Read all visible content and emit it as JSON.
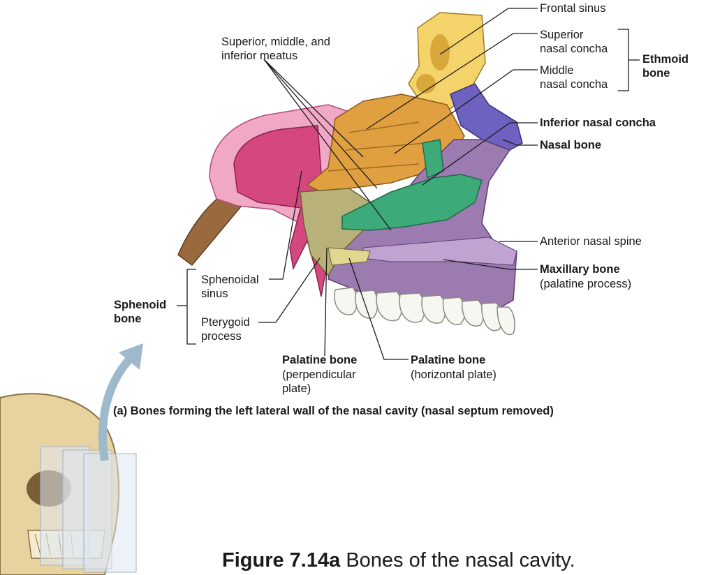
{
  "labels": {
    "frontal_sinus": "Frontal sinus",
    "meatus": "Superior, middle, and\ninferior meatus",
    "superior_concha": "Superior\nnasal concha",
    "middle_concha": "Middle\nnasal concha",
    "ethmoid_bone": "Ethmoid\nbone",
    "inferior_concha": "Inferior nasal concha",
    "nasal_bone": "Nasal bone",
    "anterior_nasal_spine": "Anterior nasal spine",
    "maxillary_bone": "Maxillary bone",
    "maxillary_sub": "(palatine process)",
    "sphenoidal_sinus": "Sphenoidal\nsinus",
    "pterygoid_process": "Pterygoid\nprocess",
    "sphenoid_bone": "Sphenoid\nbone",
    "palatine_perp": "Palatine bone",
    "palatine_perp_sub": "(perpendicular\nplate)",
    "palatine_horiz": "Palatine bone",
    "palatine_horiz_sub": "(horizontal plate)"
  },
  "caption": "(a) Bones forming the left lateral wall of the nasal cavity (nasal septum removed)",
  "figure_title": {
    "number": "Figure 7.14a",
    "text": "Bones of the nasal cavity."
  },
  "colors": {
    "ethmoid": "#e0a040",
    "frontal": "#f4d46a",
    "sphenoid": "#d4477f",
    "sphenoid_light": "#f0a8c4",
    "inferior_concha": "#3daa7a",
    "maxilla": "#9b7bb0",
    "nasal_bone": "#6e62c0",
    "palatine": "#b8b27a",
    "vomer_tail": "#9a6a3e",
    "teeth": "#f7f7f2",
    "skull": "#e8d3a0",
    "arrow": "#9fb9cc"
  }
}
